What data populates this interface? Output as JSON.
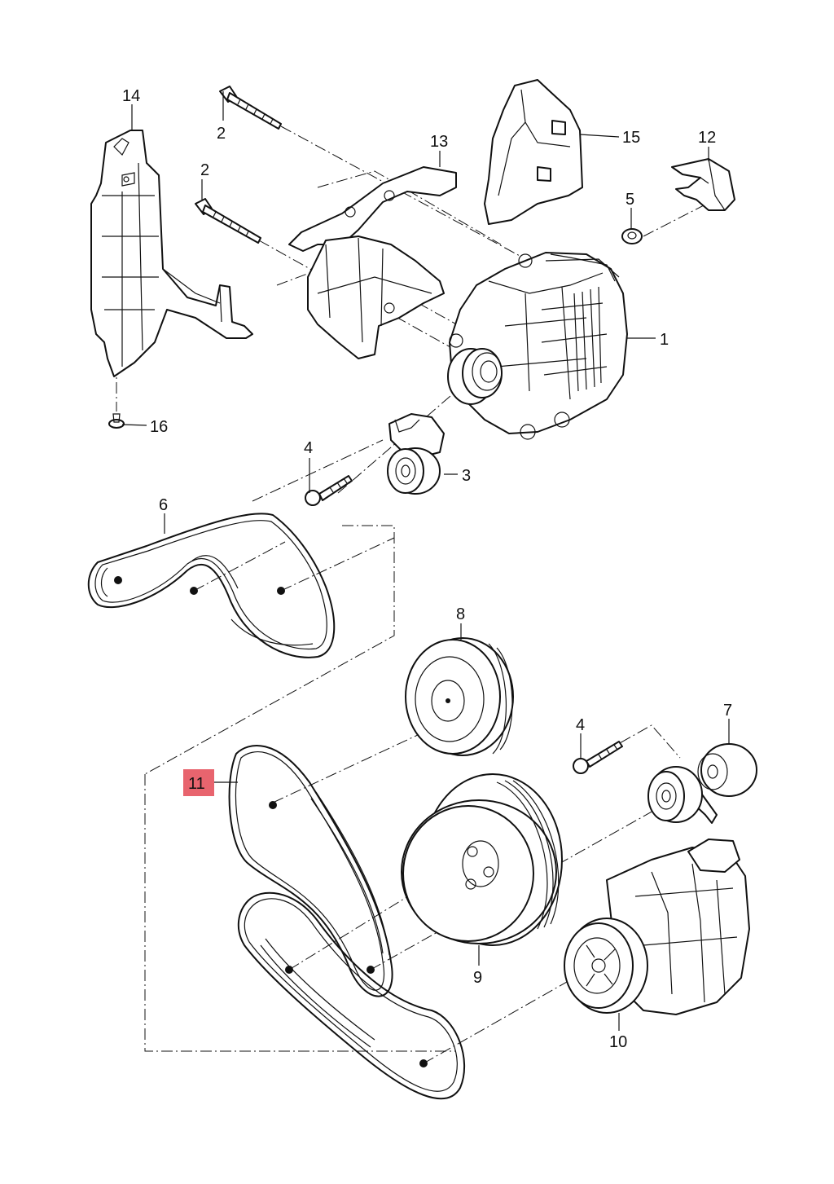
{
  "callouts": [
    {
      "id": "1",
      "label": "1",
      "highlighted": false
    },
    {
      "id": "2a",
      "label": "2",
      "highlighted": false
    },
    {
      "id": "2b",
      "label": "2",
      "highlighted": false
    },
    {
      "id": "3",
      "label": "3",
      "highlighted": false
    },
    {
      "id": "4a",
      "label": "4",
      "highlighted": false
    },
    {
      "id": "4b",
      "label": "4",
      "highlighted": false
    },
    {
      "id": "5",
      "label": "5",
      "highlighted": false
    },
    {
      "id": "6",
      "label": "6",
      "highlighted": false
    },
    {
      "id": "7",
      "label": "7",
      "highlighted": false
    },
    {
      "id": "8",
      "label": "8",
      "highlighted": false
    },
    {
      "id": "9",
      "label": "9",
      "highlighted": false
    },
    {
      "id": "10",
      "label": "10",
      "highlighted": false
    },
    {
      "id": "11",
      "label": "11",
      "highlighted": true
    },
    {
      "id": "12",
      "label": "12",
      "highlighted": false
    },
    {
      "id": "13",
      "label": "13",
      "highlighted": false
    },
    {
      "id": "14",
      "label": "14",
      "highlighted": false
    },
    {
      "id": "15",
      "label": "15",
      "highlighted": false
    },
    {
      "id": "16",
      "label": "16",
      "highlighted": false
    }
  ],
  "colors": {
    "highlight": "#e8646e",
    "line": "#111111",
    "background": "#ffffff"
  }
}
